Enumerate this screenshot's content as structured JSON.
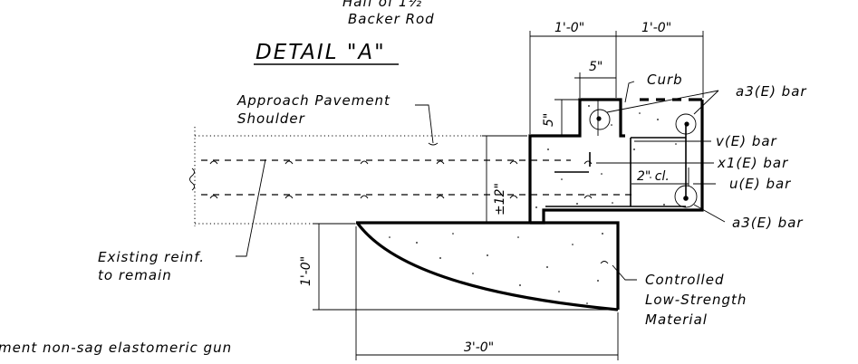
{
  "detail": {
    "title": "DETAIL \"A\"",
    "top_partial_1": "Half of 1½",
    "top_partial_2": "Backer Rod",
    "bottom_partial": "ment non-sag elastomeric gun"
  },
  "labels": {
    "approach_1": "Approach Pavement",
    "approach_2": "Shoulder",
    "existing_1": "Existing reinf.",
    "existing_2": "to remain",
    "curb": "Curb",
    "a3_top": "a3(E) bar",
    "v_bar": "v(E) bar",
    "x1_bar": "x1(E) bar",
    "u_bar": "u(E) bar",
    "a3_bottom": "a3(E) bar",
    "clear": "2\" cl.",
    "clsm_1": "Controlled",
    "clsm_2": "Low-Strength",
    "clsm_3": "Material"
  },
  "dimensions": {
    "top_left": "1'-0\"",
    "top_right": "1'-0\"",
    "curb_width": "5\"",
    "curb_height": "5\"",
    "slab_depth": "±12\"",
    "base_depth": "1'-0\"",
    "base_width": "3'-0\""
  }
}
